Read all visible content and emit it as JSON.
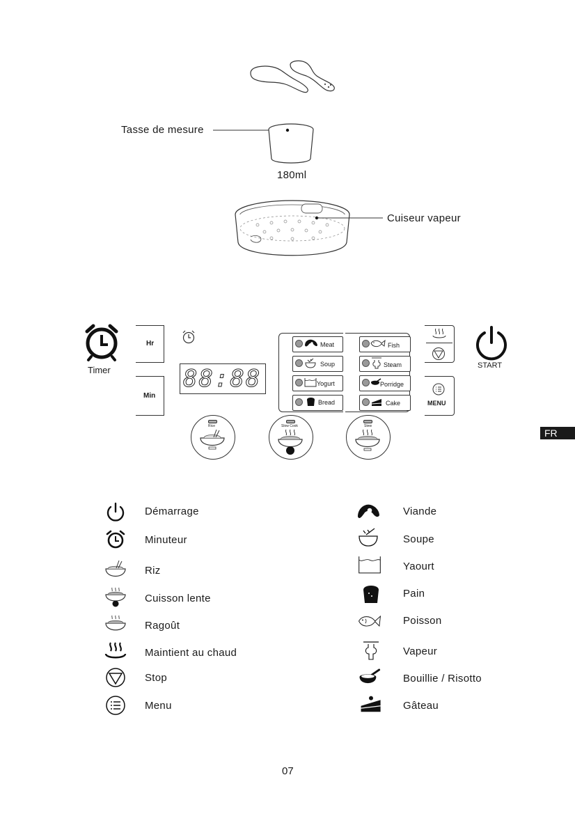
{
  "accessories": {
    "measuring_cup_label": "Tasse de mesure",
    "cup_volume": "180ml",
    "steamer_label": "Cuiseur vapeur"
  },
  "panel": {
    "timer_label": "Timer",
    "hr_label": "Hr",
    "min_label": "Min",
    "display_value": "88:88",
    "start_label": "START",
    "menu_label": "MENU",
    "programs_left": [
      "Meat",
      "Soup",
      "Yogurt",
      "Bread"
    ],
    "programs_right": [
      "Fish",
      "Steam",
      "Porridge",
      "Cake"
    ],
    "bowls": [
      "Rice",
      "Slow Cook",
      "Stew"
    ]
  },
  "legend_left": [
    {
      "icon": "power-icon",
      "label": "Démarrage"
    },
    {
      "icon": "alarm-clock-icon",
      "label": "Minuteur"
    },
    {
      "icon": "rice-bowl-icon",
      "label": "Riz"
    },
    {
      "icon": "slow-cook-icon",
      "label": "Cuisson lente"
    },
    {
      "icon": "stew-icon",
      "label": "Ragoût"
    },
    {
      "icon": "keep-warm-icon",
      "label": "Maintient au chaud"
    },
    {
      "icon": "stop-icon",
      "label": "Stop"
    },
    {
      "icon": "menu-icon",
      "label": "Menu"
    }
  ],
  "legend_right": [
    {
      "icon": "meat-icon",
      "label": "Viande"
    },
    {
      "icon": "soup-icon",
      "label": "Soupe"
    },
    {
      "icon": "yogurt-icon",
      "label": "Yaourt"
    },
    {
      "icon": "bread-icon",
      "label": "Pain"
    },
    {
      "icon": "fish-icon",
      "label": "Poisson"
    },
    {
      "icon": "steam-icon",
      "label": "Vapeur"
    },
    {
      "icon": "porridge-icon",
      "label": "Bouillie / Risotto"
    },
    {
      "icon": "cake-icon",
      "label": "Gâteau"
    }
  ],
  "language_tab": "FR",
  "page_number": "07"
}
